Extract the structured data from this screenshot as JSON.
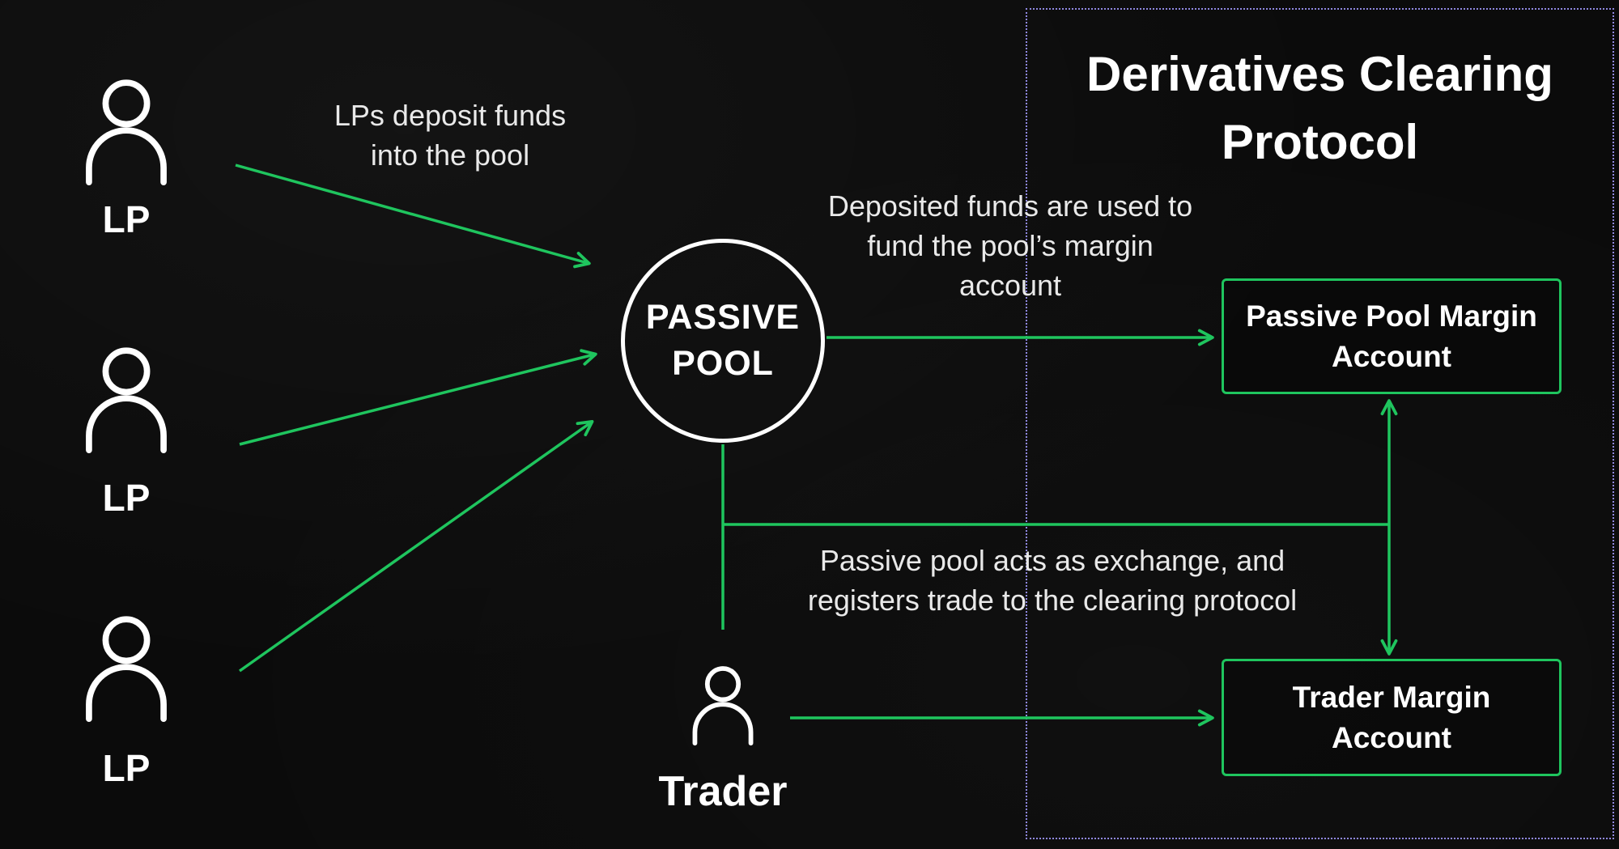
{
  "meta": {
    "diagram_title": "Derivatives Clearing Protocol",
    "diagram_type": "flow-diagram"
  },
  "title": {
    "line1": "Derivatives Clearing",
    "line2": "Protocol"
  },
  "actors": {
    "lp1": {
      "label": "LP",
      "icon": "person-icon"
    },
    "lp2": {
      "label": "LP",
      "icon": "person-icon"
    },
    "lp3": {
      "label": "LP",
      "icon": "person-icon"
    },
    "trader": {
      "label": "Trader",
      "icon": "person-icon"
    }
  },
  "nodes": {
    "passive_pool": {
      "line1": "PASSIVE",
      "line2": "POOL"
    },
    "passive_pool_margin_account": {
      "line1": "Passive Pool Margin",
      "line2": "Account"
    },
    "trader_margin_account": {
      "line1": "Trader Margin",
      "line2": "Account"
    }
  },
  "annotations": {
    "lp_deposit": {
      "line1": "LPs deposit funds",
      "line2": "into the pool"
    },
    "fund_margin": {
      "line1": "Deposited funds are used to",
      "line2": "fund the pool’s margin",
      "line3": "account"
    },
    "registers_trade": {
      "line1": "Passive pool acts as exchange, and",
      "line2": "registers trade to the clearing protocol"
    }
  },
  "colors": {
    "background": "#0b0b0b",
    "arrow_green": "#1fc55e",
    "node_white": "#ffffff",
    "annotation_text": "#e9e9e9",
    "protocol_border_purple": "#8f88e0"
  }
}
